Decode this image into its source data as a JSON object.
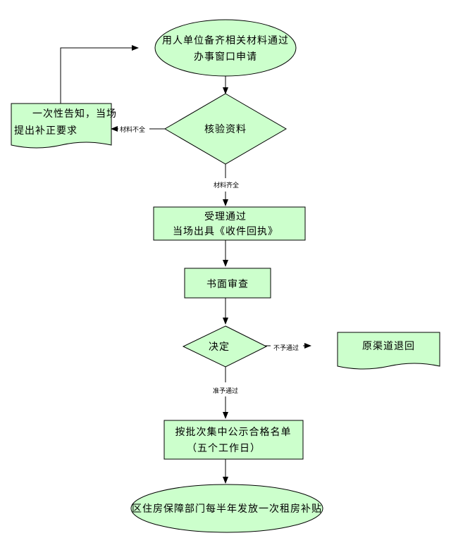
{
  "nodes": {
    "start": {
      "line1": "用人单位备齐相关材料通过",
      "line2": "办事窗口申请"
    },
    "verify": {
      "label": "核验资料"
    },
    "notify": {
      "line1": "一次性告知，当场",
      "line2": "提出补正要求"
    },
    "accept": {
      "line1": "受理通过",
      "line2": "当场出具《收件回执》"
    },
    "review": {
      "label": "书面审查"
    },
    "decide": {
      "label": "决定"
    },
    "return": {
      "label": "原渠道退回"
    },
    "publicize": {
      "line1": "按批次集中公示合格名单",
      "line2": "（五个工作日）"
    },
    "subsidy": {
      "label": "区住房保障部门每半年发放一次租房补贴"
    }
  },
  "edges": {
    "incomplete": "材料不全",
    "complete": "材料齐全",
    "reject": "不予通过",
    "approve": "准予通过"
  },
  "colors": {
    "fill": "#ccffcc",
    "stroke": "#000000"
  }
}
